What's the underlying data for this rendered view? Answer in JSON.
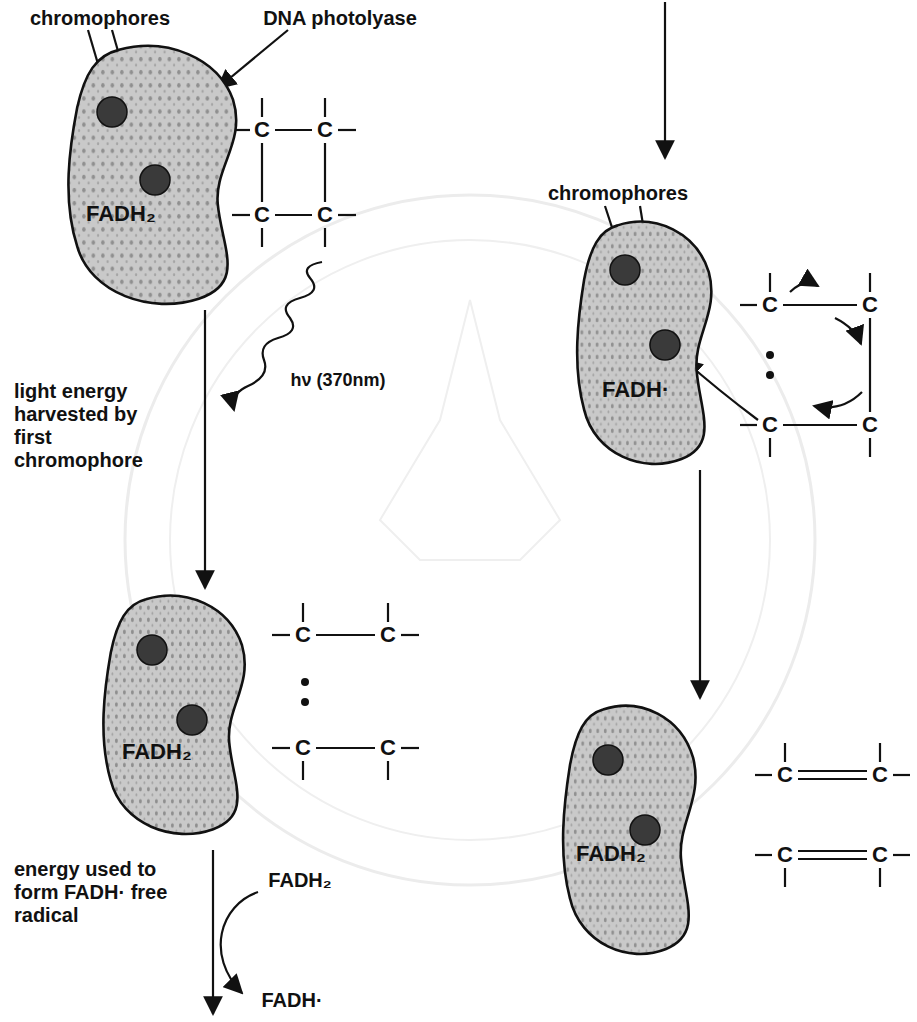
{
  "diagram": {
    "nodes": [
      {
        "text": [
          "FADH₂"
        ]
      },
      {
        "text": [
          "FADH₂"
        ]
      },
      {
        "text": [
          "FADH·"
        ]
      },
      {
        "text": [
          "FADH₂"
        ]
      }
    ],
    "edges": [
      {
        "from": 0,
        "to": 1,
        "arrow": "to"
      },
      {
        "from": 2,
        "to": 3,
        "arrow": "to"
      }
    ],
    "labels": [
      "chromophores",
      "DNA photolyase",
      "hν (370nm)",
      "light energy harvested by first chromophore",
      "chromophores",
      "energy used to form FADH· free radical",
      "FADH₂",
      "FADH·",
      "C",
      "C",
      "C",
      "C",
      "C",
      "C",
      "C",
      "C",
      "C",
      "C",
      "C",
      "C",
      "C",
      "C",
      "C",
      "C"
    ]
  }
}
